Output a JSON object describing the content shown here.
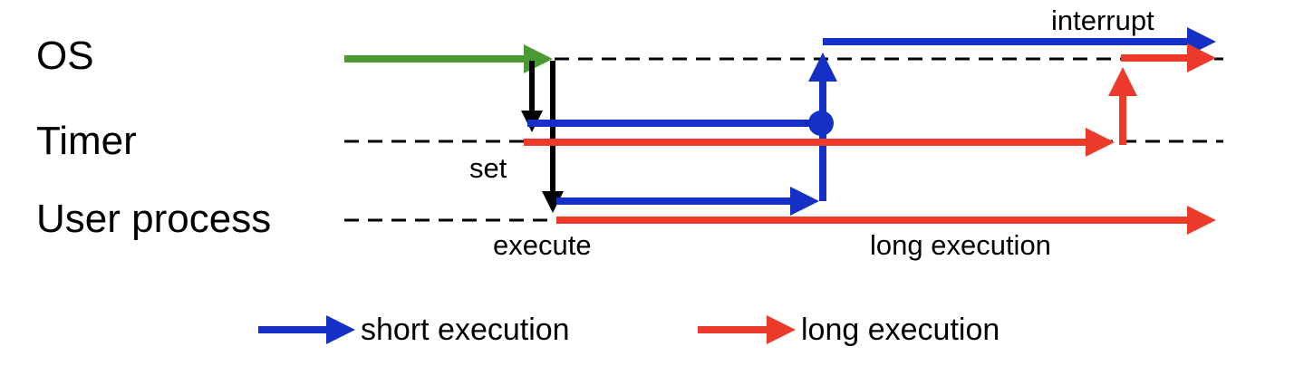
{
  "rows": {
    "os": "OS",
    "timer": "Timer",
    "user": "User process"
  },
  "annotations": {
    "set": "set",
    "execute": "execute",
    "interrupt": "interrupt",
    "long_execution": "long execution"
  },
  "legend": {
    "short": "short execution",
    "long": "long execution"
  },
  "colors": {
    "green": "#4a9a32",
    "blue": "#1530c4",
    "red": "#ee3a2a",
    "black": "#000000"
  }
}
